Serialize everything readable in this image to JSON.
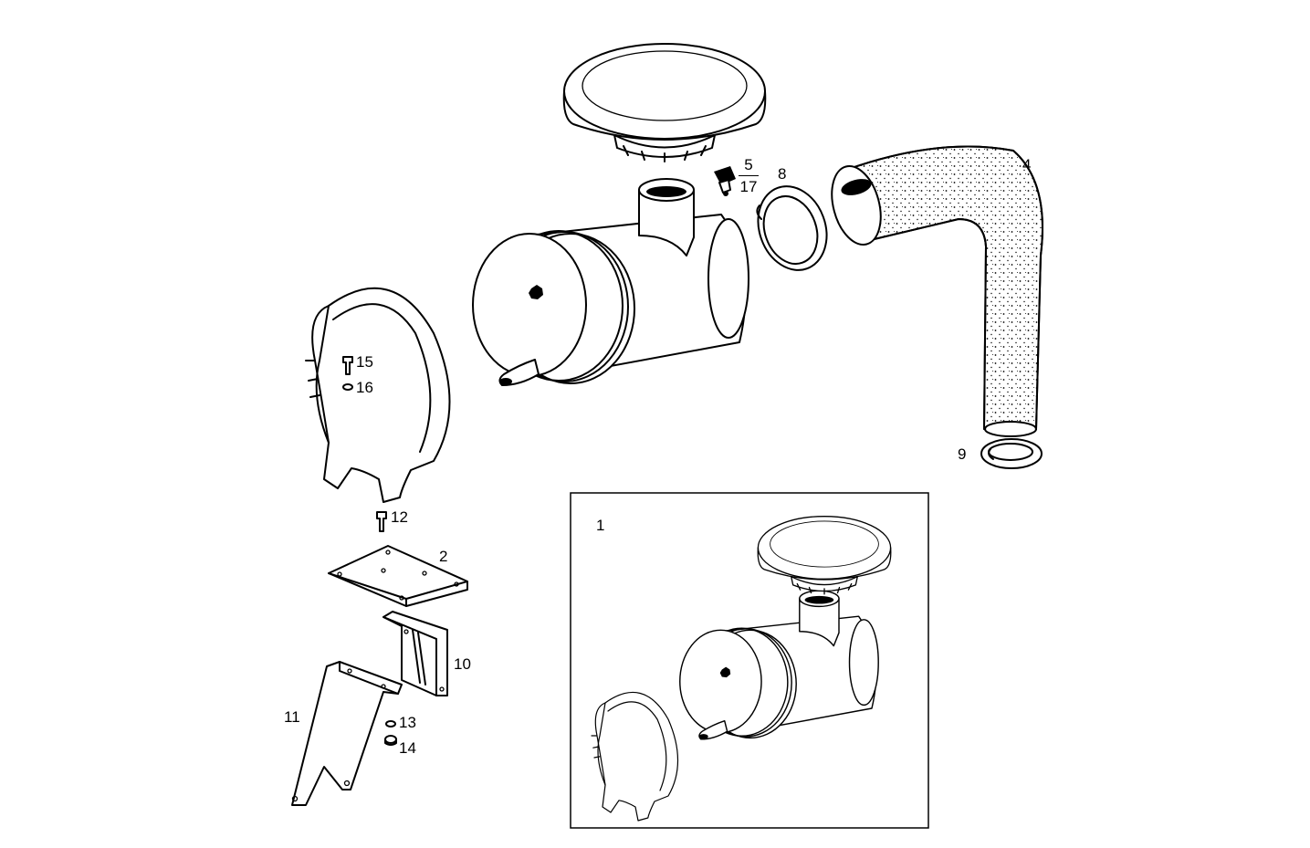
{
  "callouts": {
    "c1": "1",
    "c2": "2",
    "c4": "4",
    "c5": "5",
    "c17": "17",
    "c8": "8",
    "c9": "9",
    "c10": "10",
    "c11": "11",
    "c12": "12",
    "c13": "13",
    "c14": "14",
    "c15": "15",
    "c16": "16"
  }
}
